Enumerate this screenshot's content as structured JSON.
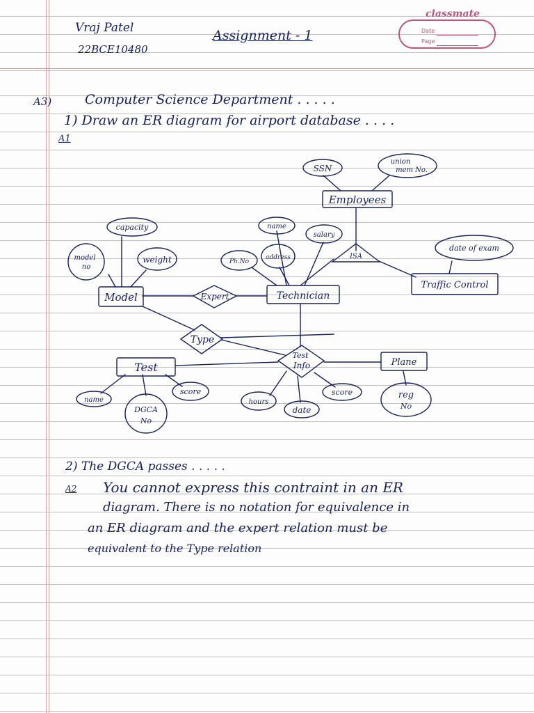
{
  "header": {
    "name": "Vraj Patel",
    "roll_no": "22BCE10480",
    "title": "Assignment - 1",
    "brand": "classmate",
    "date_label": "Date",
    "page_label": "Page"
  },
  "question": {
    "number": "A3)",
    "heading": "Computer Science Department . . . . .",
    "part1": "1) Draw an ER diagram for airport database . . . .",
    "answer_marker": "A1"
  },
  "diagram": {
    "entities": {
      "employees": "Employees",
      "model": "Model",
      "technician": "Technician",
      "traffic_control": "Traffic Control",
      "test": "Test",
      "plane": "Plane"
    },
    "relations": {
      "expert": "Expert",
      "type": "Type",
      "test_info": [
        "Test",
        "Info"
      ],
      "isa": "ISA"
    },
    "attributes": {
      "ssn": "SSN",
      "union_mem_no": [
        "union",
        "mem No."
      ],
      "capacity": "capacity",
      "model_no": [
        "model",
        "no"
      ],
      "weight": "weight",
      "name_tech": "name",
      "salary": "salary",
      "ph_no": "Ph.No",
      "address": "address",
      "date_of_exam": "date of exam",
      "name_test": "name",
      "faa_no": [
        "DGCA",
        "No"
      ],
      "score_test": "score",
      "hours": "hours",
      "date": "date",
      "score_info": "score",
      "reg_no": [
        "reg",
        "No"
      ]
    }
  },
  "part2": {
    "heading": "2) The DGCA passes . . . . .",
    "answer_marker": "A2",
    "lines": [
      "You cannot express this contraint in an ER",
      "diagram. There is no notation for equivalence in",
      "an ER diagram and the expert relation must be",
      "equivalent to the Type relation"
    ]
  }
}
